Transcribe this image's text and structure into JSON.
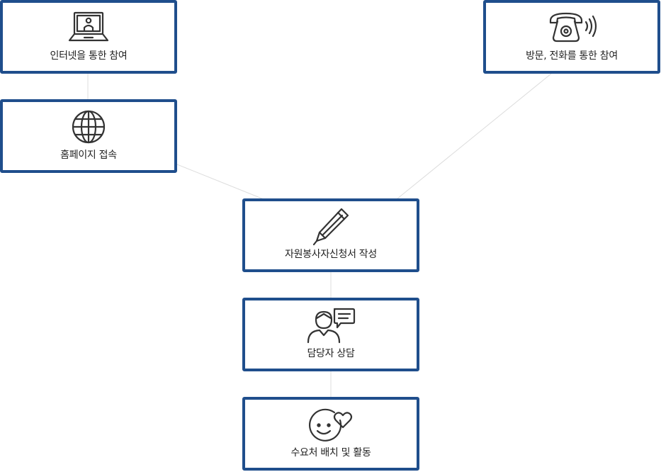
{
  "nodes": {
    "internet": {
      "label": "인터넷을 통한 참여",
      "icon": "laptop-user-icon"
    },
    "homepage": {
      "label": "홈페이지 접속",
      "icon": "globe-icon"
    },
    "visit": {
      "label": "방문, 전화를 통한 참여",
      "icon": "telephone-icon"
    },
    "form": {
      "label": "자원봉사자신청서 작성",
      "icon": "pencil-icon"
    },
    "consult": {
      "label": "담당자 상담",
      "icon": "person-chat-icon"
    },
    "deploy": {
      "label": "수요처 배치 및 활동",
      "icon": "smile-heart-icon"
    }
  },
  "colors": {
    "border": "#1f4e8c",
    "connector": "#dcdcdc",
    "icon": "#333333",
    "text": "#222222"
  }
}
